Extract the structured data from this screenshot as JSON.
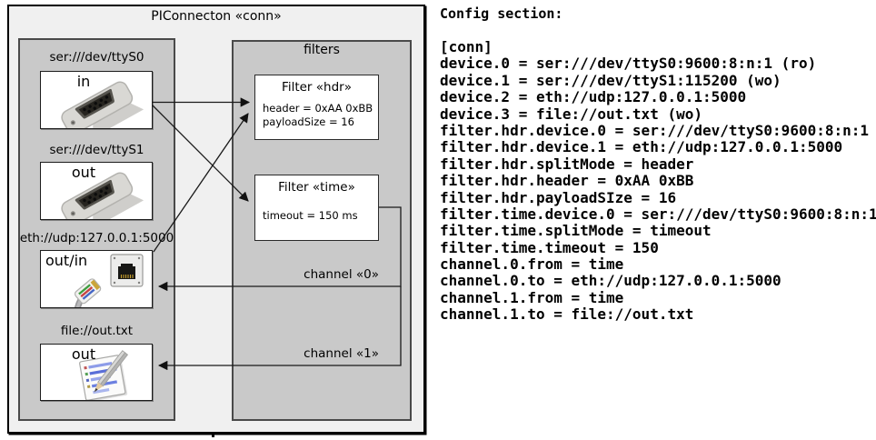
{
  "diagram": {
    "title": "PIConnecton «conn»",
    "devices_panel": {
      "devices": [
        {
          "label": "ser:///dev/ttyS0",
          "port": "in",
          "icon": "serial-connector-icon"
        },
        {
          "label": "ser:///dev/ttyS1",
          "port": "out",
          "icon": "serial-connector-icon"
        },
        {
          "label": "eth://udp:127.0.0.1:5000",
          "port": "out/in",
          "icon": "ethernet-jack-icon"
        },
        {
          "label": "file://out.txt",
          "port": "out",
          "icon": "notepad-pencil-icon"
        }
      ]
    },
    "filters_panel": {
      "title": "filters",
      "filters": [
        {
          "title": "Filter «hdr»",
          "lines": [
            "header = 0xAA 0xBB",
            "payloadSize = 16"
          ]
        },
        {
          "title": "Filter «time»",
          "lines": [
            "timeout = 150 ms"
          ]
        }
      ]
    },
    "channels": [
      {
        "label": "channel «0»"
      },
      {
        "label": "channel «1»"
      }
    ],
    "connections": [
      {
        "from": "ser:///dev/ttyS0 in",
        "to": "Filter «hdr»"
      },
      {
        "from": "ser:///dev/ttyS0 in",
        "to": "Filter «time»"
      },
      {
        "from": "eth://udp:127.0.0.1:5000 out/in",
        "to": "Filter «hdr»"
      },
      {
        "from": "Filter «time»",
        "to": "eth://udp:127.0.0.1:5000 out/in",
        "label": "channel «0»"
      },
      {
        "from": "Filter «time»",
        "to": "file://out.txt out",
        "label": "channel «1»"
      }
    ],
    "colors": {
      "outer_bg": "#f0f0f0",
      "panel_bg": "#c9c9c9",
      "box_bg": "#ffffff",
      "line": "#000000"
    }
  },
  "config": {
    "heading": "Config section:",
    "lines": [
      "[conn]",
      "device.0 = ser:///dev/ttyS0:9600:8:n:1 (ro)",
      "device.1 = ser:///dev/ttyS1:115200 (wo)",
      "device.2 = eth://udp:127.0.0.1:5000",
      "device.3 = file://out.txt (wo)",
      "filter.hdr.device.0 = ser:///dev/ttyS0:9600:8:n:1",
      "filter.hdr.device.1 = eth://udp:127.0.0.1:5000",
      "filter.hdr.splitMode = header",
      "filter.hdr.header = 0xAA 0xBB",
      "filter.hdr.payloadSIze = 16",
      "filter.time.device.0 = ser:///dev/ttyS0:9600:8:n:1",
      "filter.time.splitMode = timeout",
      "filter.time.timeout = 150",
      "channel.0.from = time",
      "channel.0.to = eth://udp:127.0.0.1:5000",
      "channel.1.from = time",
      "channel.1.to = file://out.txt"
    ]
  }
}
